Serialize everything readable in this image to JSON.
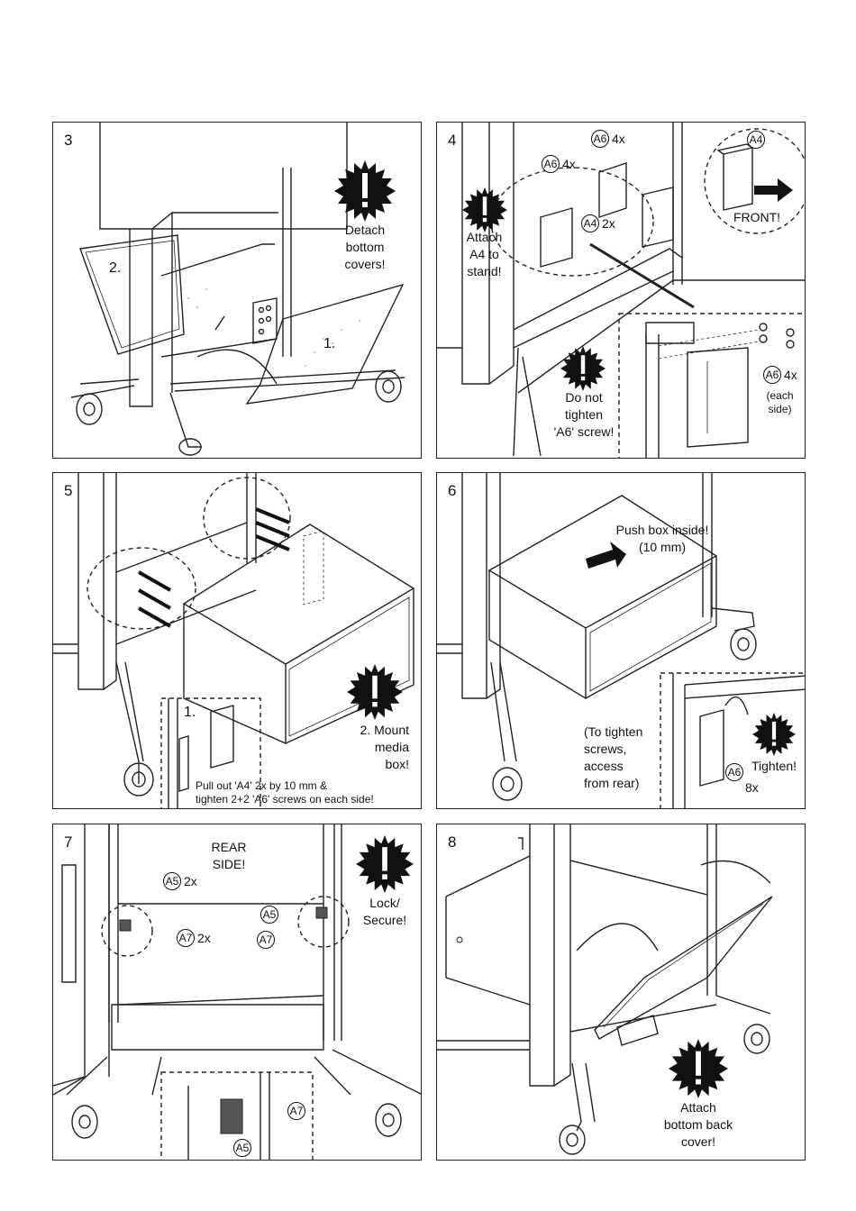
{
  "panels": [
    {
      "step": "3",
      "texts": {
        "warning": "Detach\nbottom\ncovers!",
        "n1": "1.",
        "n2": "2."
      }
    },
    {
      "step": "4",
      "texts": {
        "attach": "Attach\nA4 to\nstand!",
        "front": "FRONT!",
        "donot": "Do not\ntighten\n'A6' screw!",
        "eachside": "(each\nside)"
      },
      "tags": [
        {
          "part": "A6",
          "count": "4x"
        },
        {
          "part": "A6",
          "count": "4x"
        },
        {
          "part": "A4",
          "count": "2x"
        },
        {
          "part": "A4",
          "count": ""
        },
        {
          "part": "A6",
          "count": "4x"
        }
      ]
    },
    {
      "step": "5",
      "texts": {
        "n1": "1.",
        "mount": "2. Mount\nmedia\nbox!",
        "pull": "Pull out 'A4' 2x by 10 mm &\ntighten 2+2 'A6' screws on each side!"
      }
    },
    {
      "step": "6",
      "texts": {
        "push": "Push box inside!\n(10 mm)",
        "totighten": "(To tighten\nscrews,\naccess\nfrom rear)",
        "tighten": "Tighten!",
        "eightx": "8x"
      },
      "tags": [
        {
          "part": "A6",
          "count": ""
        }
      ]
    },
    {
      "step": "7",
      "texts": {
        "rear": "REAR\nSIDE!",
        "lock": "Lock/\nSecure!"
      },
      "tags": [
        {
          "part": "A5",
          "count": "2x"
        },
        {
          "part": "A7",
          "count": "2x"
        },
        {
          "part": "A5",
          "count": ""
        },
        {
          "part": "A7",
          "count": ""
        },
        {
          "part": "A7",
          "count": ""
        },
        {
          "part": "A5",
          "count": ""
        }
      ]
    },
    {
      "step": "8",
      "texts": {
        "attach": "Attach\nbottom back\ncover!"
      }
    }
  ]
}
